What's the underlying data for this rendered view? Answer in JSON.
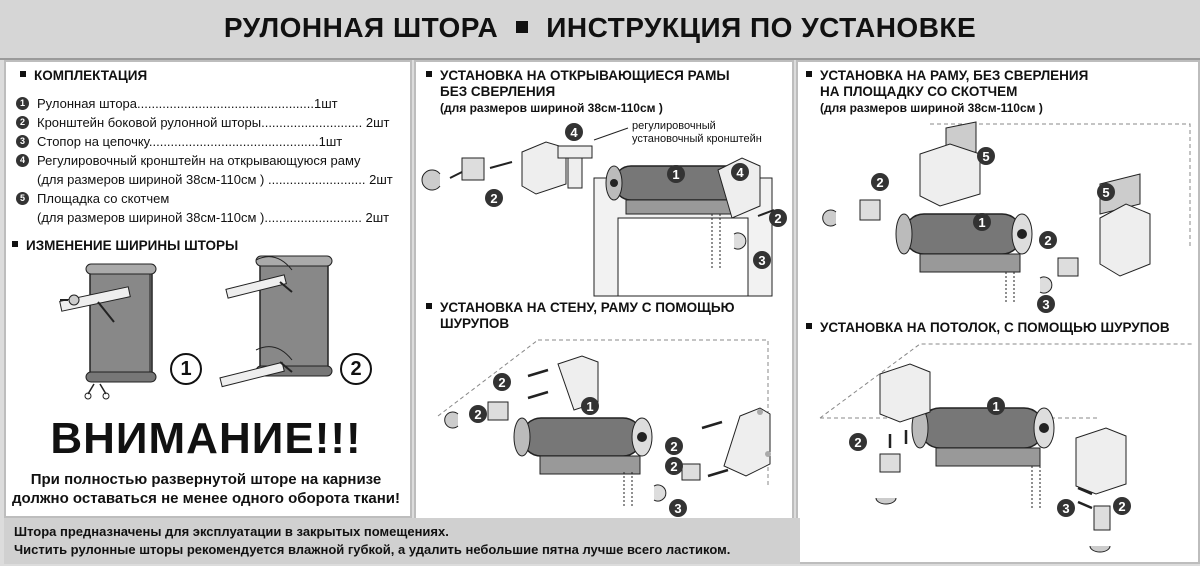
{
  "title": {
    "left": "РУЛОННАЯ ШТОРА",
    "right": "ИНСТРУКЦИЯ ПО УСТАНОВКЕ"
  },
  "kit": {
    "heading": "КОМПЛЕКТАЦИЯ",
    "items": [
      {
        "n": "1",
        "text": "Рулонная штора.................................................1шт"
      },
      {
        "n": "2",
        "text": "Кронштейн боковой рулонной шторы............................ 2шт"
      },
      {
        "n": "3",
        "text": "Стопор на цепочку...............................................1шт"
      },
      {
        "n": "4",
        "text": "Регулировочный кронштейн на открывающуюся раму"
      },
      {
        "n": "",
        "text": "(для размеров шириной 38см-110см ) ........................... 2шт"
      },
      {
        "n": "5",
        "text": "Площадка со скотчем"
      },
      {
        "n": "",
        "text": "(для размеров шириной 38см-110см )........................... 2шт"
      }
    ]
  },
  "width_change": {
    "heading": "ИЗМЕНЕНИЕ ШИРИНЫ ШТОРЫ",
    "step1": "1",
    "step2": "2"
  },
  "attention": {
    "title": "ВНИМАНИЕ!!!",
    "line1": "При полностью развернутой шторе на карнизе",
    "line2": "должно оставаться не менее одного оборота ткани!"
  },
  "bottom_note": {
    "line1": "Штора предназначены для эксплуатации в закрытых помещениях.",
    "line2": "Чистить рулонные шторы рекомендуется влажной губкой, а удалить небольшие пятна  лучше всего ластиком."
  },
  "section_frames": {
    "heading1": "УСТАНОВКА НА ОТКРЫВАЮЩИЕСЯ РАМЫ",
    "heading2": "БЕЗ СВЕРЛЕНИЯ",
    "sub": "(для размеров шириной 38см-110см )",
    "callout1": "регулировочный",
    "callout2": "установочный кронштейн"
  },
  "section_wall": {
    "heading1": "УСТАНОВКА НА СТЕНУ, РАМУ С ПОМОЩЬЮ",
    "heading2": "ШУРУПОВ"
  },
  "section_tape": {
    "heading1": "УСТАНОВКА НА РАМУ, БЕЗ СВЕРЛЕНИЯ",
    "heading2": "НА ПЛОЩАДКУ СО СКОТЧЕМ",
    "sub": "(для размеров шириной 38см-110см )"
  },
  "section_ceiling": {
    "heading": "УСТАНОВКА НА ПОТОЛОК, С ПОМОЩЬЮ ШУРУПОВ"
  },
  "labels": {
    "n1": "1",
    "n2": "2",
    "n3": "3",
    "n4": "4",
    "n5": "5"
  },
  "colors": {
    "background": "#dcdcdc",
    "panel": "#ffffff",
    "roller": "#777777",
    "badge": "#333333"
  }
}
